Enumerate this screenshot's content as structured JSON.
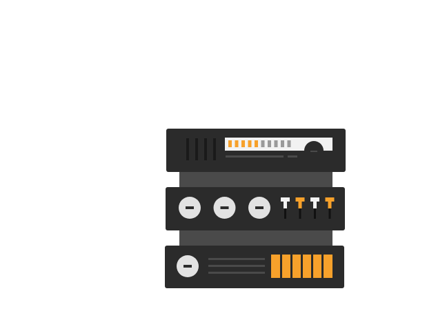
{
  "illustration": {
    "subject": "server-rack-icon",
    "colors": {
      "background": "#ffffff",
      "unit_body": "#2b2b2b",
      "connector": "#4a4a4a",
      "knob": "#e2e2e2",
      "knob_slot": "#2b2b2b",
      "accent": "#f7a12b",
      "panel_white": "#f2f2f2",
      "led_gray": "#9a9a9a"
    },
    "units": [
      {
        "name": "top-unit",
        "type": "vents-and-meter",
        "vents": 4,
        "meter_active_leds": 5,
        "meter_inactive_leds": 5
      },
      {
        "name": "middle-unit",
        "type": "knobs-and-sliders",
        "knobs": 3,
        "sliders": 4
      },
      {
        "name": "bottom-unit",
        "type": "knob-lines-and-bars",
        "knobs": 1,
        "lines": 3,
        "bars": 6
      }
    ]
  }
}
